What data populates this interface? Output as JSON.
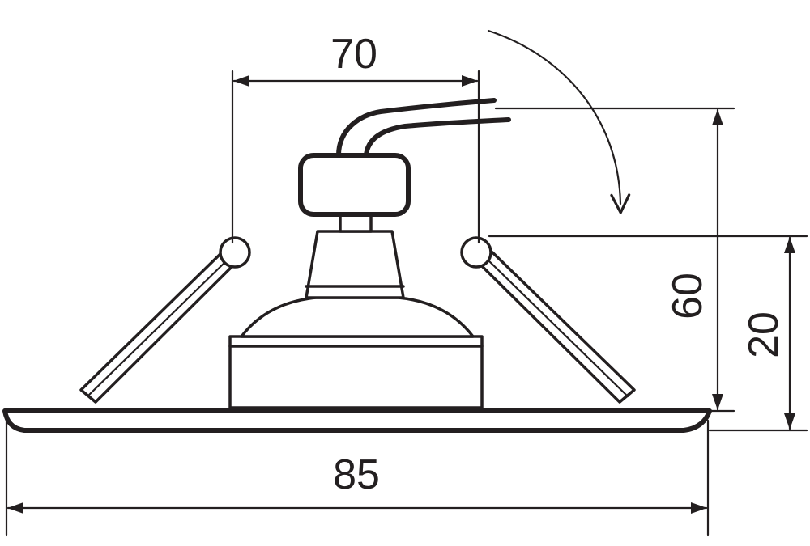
{
  "diagram": {
    "dimensions": {
      "top_width": "70",
      "total_height": "60",
      "lower_height": "20",
      "bottom_width": "85"
    },
    "colors": {
      "line": "#231f20",
      "background": "#ffffff"
    },
    "icons": {
      "rotation_arrow": "curved-arrow-icon"
    }
  }
}
